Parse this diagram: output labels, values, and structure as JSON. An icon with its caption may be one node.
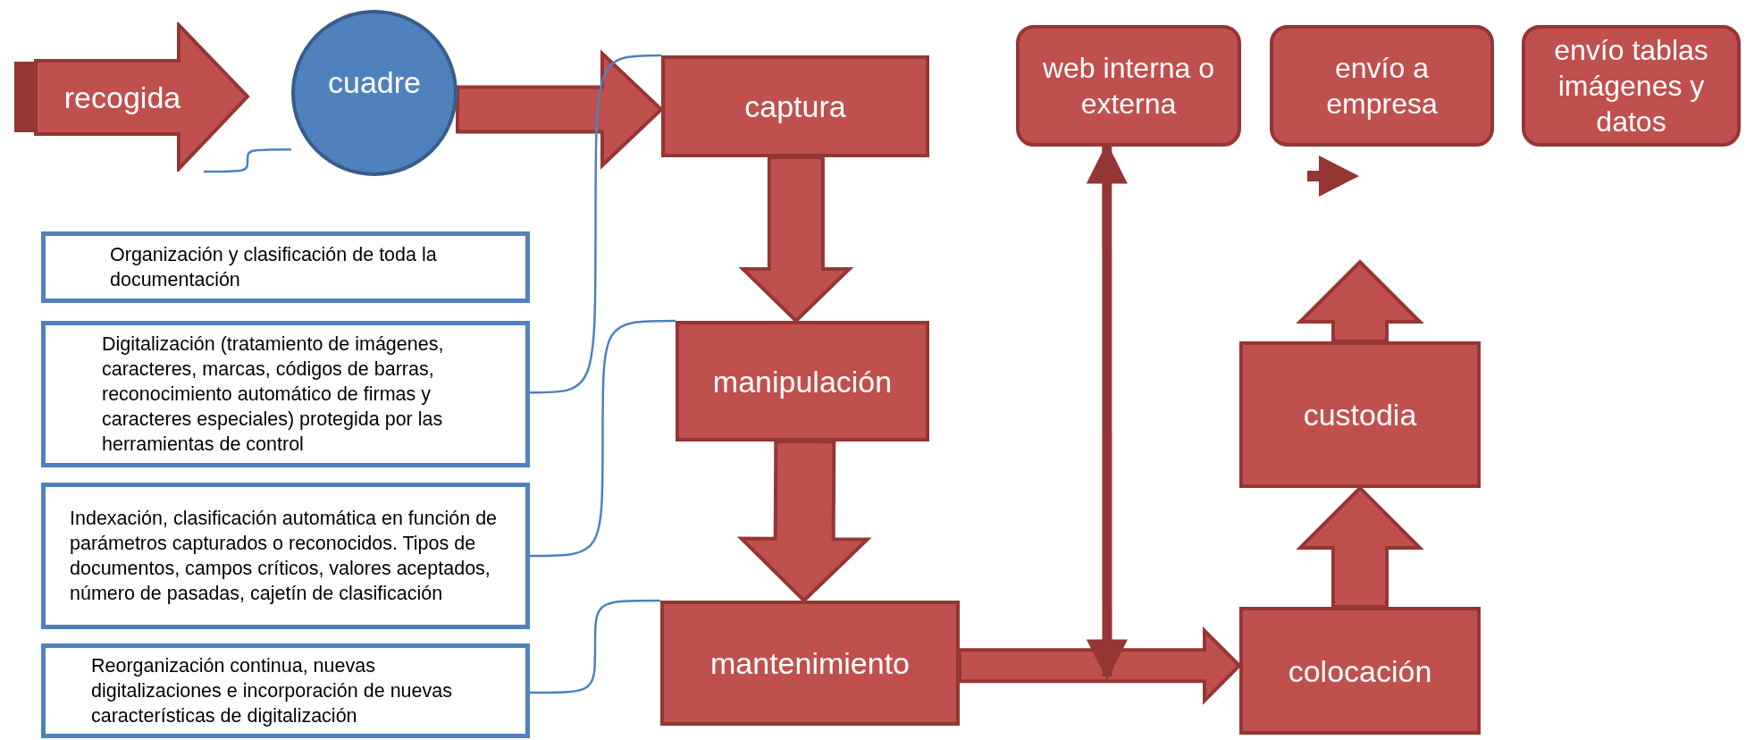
{
  "diagram": {
    "nodes": [
      {
        "text": [
          "recogida"
        ]
      },
      {
        "text": [
          "cuadre"
        ]
      },
      {
        "text": [
          "captura"
        ]
      },
      {
        "text": [
          "manipulación"
        ]
      },
      {
        "text": [
          "mantenimiento"
        ]
      },
      {
        "text": [
          "web interna o externa"
        ]
      },
      {
        "text": [
          "envío a empresa"
        ]
      },
      {
        "text": [
          "envío tablas imágenes y datos"
        ]
      },
      {
        "text": [
          "custodia"
        ]
      },
      {
        "text": [
          "colocación"
        ]
      },
      {
        "text": [
          "Organización y clasificación de toda la documentación"
        ]
      },
      {
        "text": [
          "Digitalización (tratamiento de imágenes, caracteres, marcas, códigos de barras, reconocimiento automático de firmas y caracteres especiales) protegida por las herramientas de control"
        ]
      },
      {
        "text": [
          "Indexación, clasificación automática en función de parámetros capturados o reconocidos. Tipos de documentos, campos críticos, valores aceptados, número de pasadas, cajetín de clasificación"
        ]
      },
      {
        "text": [
          "Reorganización continua, nuevas digitalizaciones e incorporación de nuevas características de digitalización"
        ]
      }
    ],
    "edges": [
      {
        "from": 0,
        "to": 1,
        "arrow": "none",
        "color": "#4f81bd"
      },
      {
        "from": 1,
        "to": 2,
        "arrow": "to",
        "style": "thick"
      },
      {
        "from": 2,
        "to": 3,
        "arrow": "to",
        "style": "thick"
      },
      {
        "from": 3,
        "to": 4,
        "arrow": "to",
        "style": "thick"
      },
      {
        "from": 4,
        "to": 9,
        "arrow": "to",
        "style": "thick"
      },
      {
        "from": null,
        "to": 5,
        "arrow": "both",
        "style": "thick",
        "color": "#943634"
      },
      {
        "from": 9,
        "to": 8,
        "arrow": "to",
        "style": "thick"
      },
      {
        "from": 8,
        "to": null,
        "arrow": "to",
        "style": "thick"
      },
      {
        "from": 11,
        "to": 2,
        "arrow": "none",
        "color": "#4f81bd"
      },
      {
        "from": 12,
        "to": 3,
        "arrow": "none",
        "color": "#4f81bd"
      },
      {
        "from": 13,
        "to": 4,
        "arrow": "none",
        "color": "#4f81bd"
      }
    ]
  }
}
